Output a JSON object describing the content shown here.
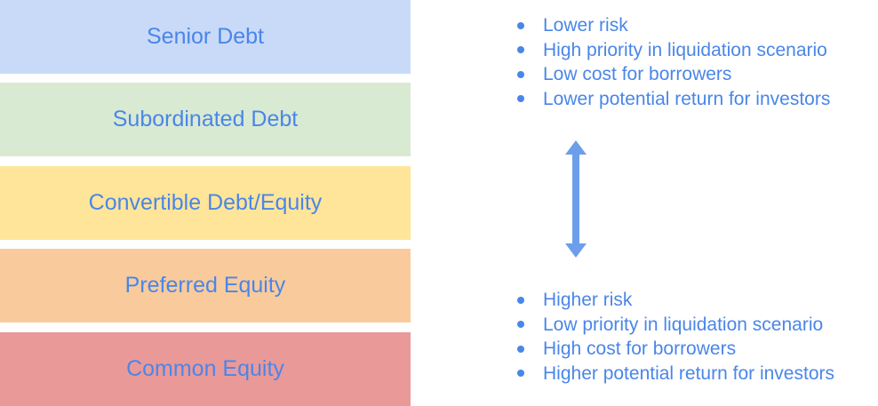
{
  "tiers": [
    {
      "label": "Senior Debt",
      "color": "#c9daf8"
    },
    {
      "label": "Subordinated Debt",
      "color": "#d9ead3"
    },
    {
      "label": "Convertible Debt/Equity",
      "color": "#ffe599"
    },
    {
      "label": "Preferred Equity",
      "color": "#f9cb9c"
    },
    {
      "label": "Common Equity",
      "color": "#ea9999"
    }
  ],
  "top_bullets": [
    "Lower risk",
    "High priority in liquidation scenario",
    "Low cost for borrowers",
    "Lower potential return for investors"
  ],
  "bottom_bullets": [
    "Higher risk",
    "Low priority in liquidation scenario",
    "High cost for borrowers",
    "Higher potential return for investors"
  ],
  "colors": {
    "text": "#4a86e8",
    "arrow": "#6d9eeb"
  },
  "icons": {
    "arrow": "double-vertical-arrow"
  }
}
